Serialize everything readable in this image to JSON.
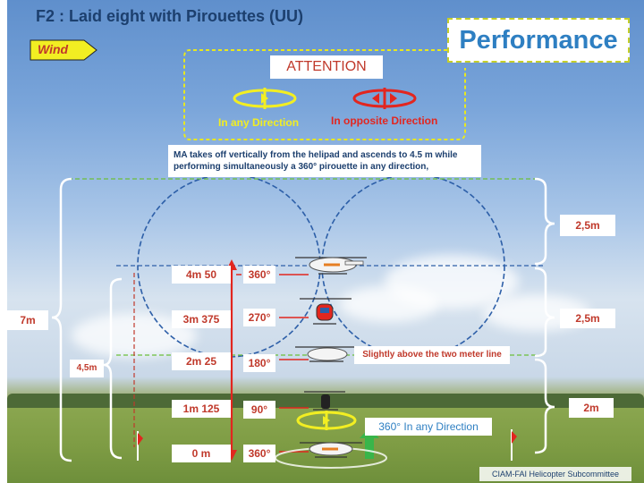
{
  "title": "F2 : Laid eight with Pirouettes (UU)",
  "wind_label": "Wind",
  "performance_label": "Performance",
  "attention": {
    "label": "ATTENTION",
    "any_direction": "In any Direction",
    "opposite_direction": "In opposite Direction"
  },
  "info_text": "MA takes off vertically from the helipad and ascends to 4.5 m while performing simultaneously a 360° pirouette in any direction,",
  "levels": [
    {
      "height": "4m 50",
      "angle": "360°"
    },
    {
      "height": "3m 375",
      "angle": "270°"
    },
    {
      "height": "2m 25",
      "angle": "180°"
    },
    {
      "height": "1m 125",
      "angle": "90°"
    },
    {
      "height": "0 m",
      "angle": "360°"
    }
  ],
  "side_labels": {
    "left_total": "7m",
    "left_mid": "4,5m",
    "right_top": "2,5m",
    "right_mid": "2,5m",
    "right_bottom": "2m"
  },
  "note_two_meter": "Slightly above the two meter line",
  "bottom_pirouette": "360° In any Direction",
  "footer": "CIAM-FAI Helicopter Subcommittee",
  "colors": {
    "title": "#1c3f6e",
    "accent_red": "#c0392b",
    "accent_yellow": "#e8e81e",
    "accent_blue": "#2e7fc2",
    "dashed_border": "#c5cf2a"
  }
}
